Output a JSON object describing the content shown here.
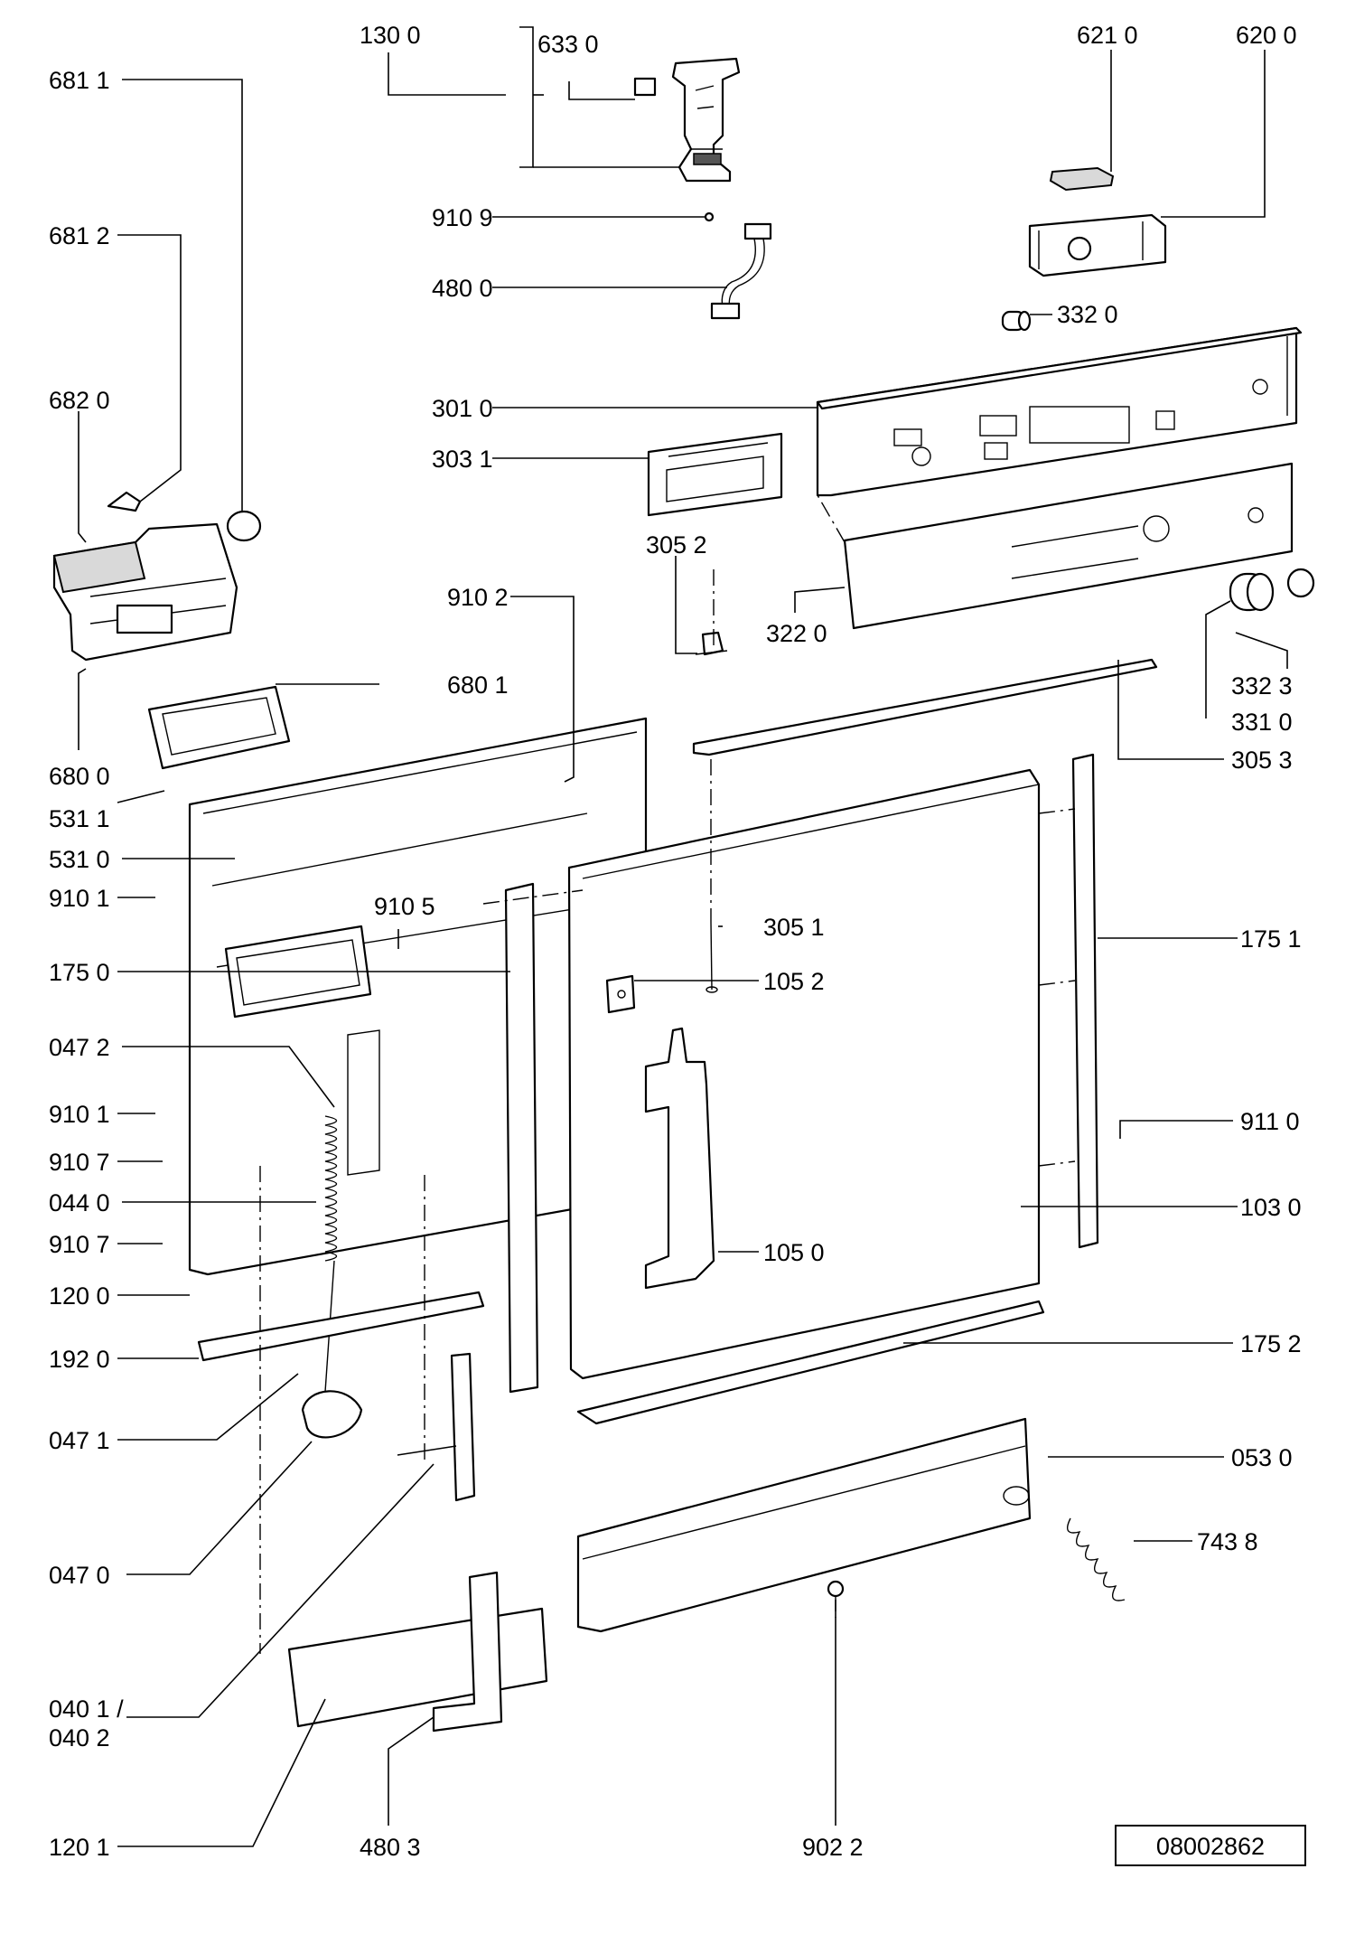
{
  "drawing_number": "08002862",
  "labels": [
    {
      "id": "130-0",
      "text": "130 0"
    },
    {
      "id": "633-0",
      "text": "633 0"
    },
    {
      "id": "621-0",
      "text": "621 0"
    },
    {
      "id": "620-0",
      "text": "620 0"
    },
    {
      "id": "681-1",
      "text": "681 1"
    },
    {
      "id": "910-9",
      "text": "910 9"
    },
    {
      "id": "681-2",
      "text": "681 2"
    },
    {
      "id": "480-0",
      "text": "480 0"
    },
    {
      "id": "332-0",
      "text": "332 0"
    },
    {
      "id": "682-0",
      "text": "682 0"
    },
    {
      "id": "301-0",
      "text": "301 0"
    },
    {
      "id": "303-1",
      "text": "303 1"
    },
    {
      "id": "305-2",
      "text": "305 2"
    },
    {
      "id": "910-2",
      "text": "910 2"
    },
    {
      "id": "322-0",
      "text": "322 0"
    },
    {
      "id": "680-1",
      "text": "680 1"
    },
    {
      "id": "332-3",
      "text": "332 3"
    },
    {
      "id": "331-0",
      "text": "331 0"
    },
    {
      "id": "680-0",
      "text": "680 0"
    },
    {
      "id": "305-3",
      "text": "305 3"
    },
    {
      "id": "531-1",
      "text": "531 1"
    },
    {
      "id": "531-0",
      "text": "531 0"
    },
    {
      "id": "910-1-a",
      "text": "910 1"
    },
    {
      "id": "910-5",
      "text": "910 5"
    },
    {
      "id": "305-1",
      "text": "305 1"
    },
    {
      "id": "175-1",
      "text": "175 1"
    },
    {
      "id": "175-0",
      "text": "175 0"
    },
    {
      "id": "105-2",
      "text": "105 2"
    },
    {
      "id": "047-2",
      "text": "047 2"
    },
    {
      "id": "910-1-b",
      "text": "910 1"
    },
    {
      "id": "911-0",
      "text": "911 0"
    },
    {
      "id": "910-7-a",
      "text": "910 7"
    },
    {
      "id": "044-0",
      "text": "044 0"
    },
    {
      "id": "103-0",
      "text": "103 0"
    },
    {
      "id": "910-7-b",
      "text": "910 7"
    },
    {
      "id": "105-0",
      "text": "105 0"
    },
    {
      "id": "120-0",
      "text": "120 0"
    },
    {
      "id": "192-0",
      "text": "192 0"
    },
    {
      "id": "175-2",
      "text": "175 2"
    },
    {
      "id": "047-1",
      "text": "047 1"
    },
    {
      "id": "053-0",
      "text": "053 0"
    },
    {
      "id": "743-8",
      "text": "743 8"
    },
    {
      "id": "047-0",
      "text": "047 0"
    },
    {
      "id": "040-1",
      "text": "040 1 /"
    },
    {
      "id": "040-2",
      "text": "040 2"
    },
    {
      "id": "120-1",
      "text": "120 1"
    },
    {
      "id": "480-3",
      "text": "480 3"
    },
    {
      "id": "902-2",
      "text": "902 2"
    }
  ]
}
